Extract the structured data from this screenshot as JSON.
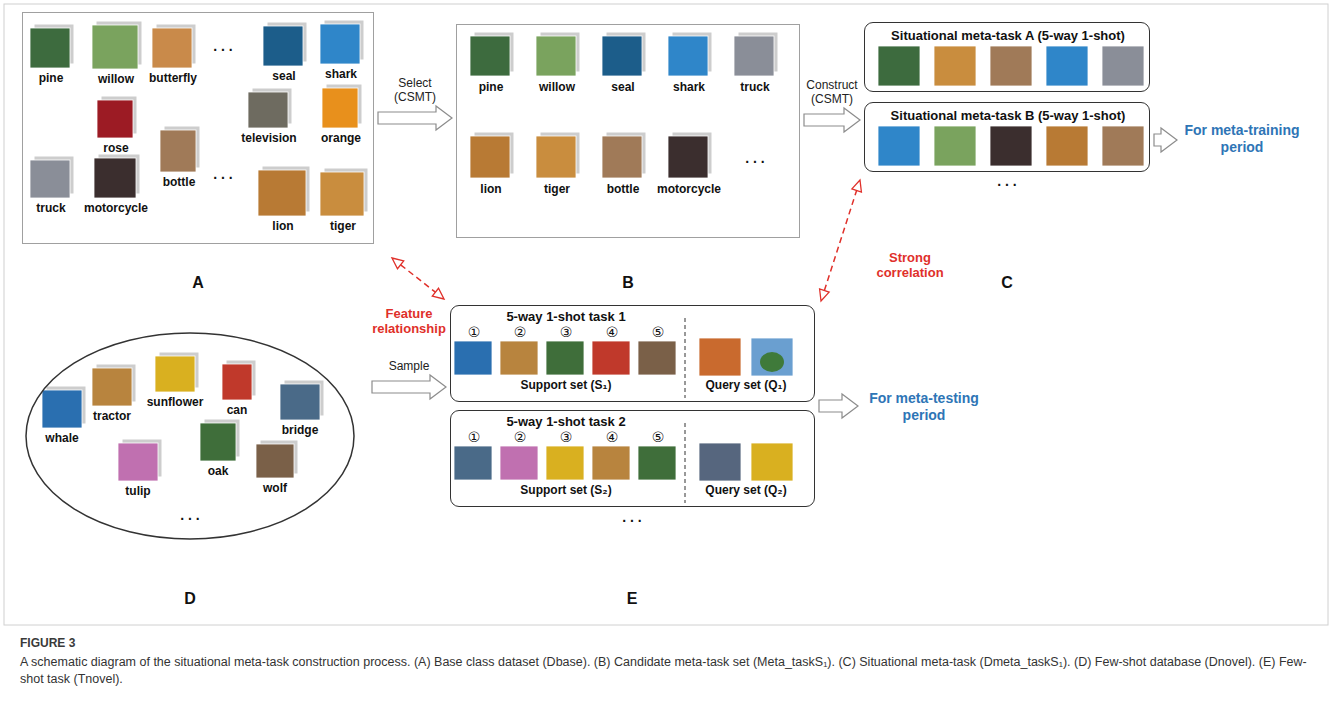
{
  "diagram": {
    "title": "FIGURE 3",
    "caption": "A schematic diagram of the situational meta-task construction process. (A) Base class dataset (Dbase). (B) Candidate meta-task set (Meta_taskS₁). (C) Situational meta-task (Dmeta_taskS₁). (D) Few-shot database (Dnovel). (E) Few-shot task (Tnovel).",
    "nodes": [
      {
        "text": [
          "pine",
          "willow",
          "butterfly",
          ". . .",
          "seal",
          "shark",
          "rose",
          "television",
          "orange",
          "truck",
          "motorcycle",
          "bottle",
          ". . .",
          "lion",
          "tiger"
        ]
      },
      {
        "text": [
          "pine",
          "willow",
          "seal",
          "shark",
          "truck",
          "lion",
          "tiger",
          "bottle",
          "motorcycle",
          ". . ."
        ]
      },
      {
        "text": [
          "Situational meta-task A (5-way 1-shot)"
        ]
      },
      {
        "text": [
          "Situational meta-task B (5-way 1-shot)"
        ]
      },
      {
        "text": [
          "whale",
          "tractor",
          "sunflower",
          "can",
          "bridge",
          "tulip",
          "oak",
          "wolf",
          ". . ."
        ]
      },
      {
        "text": [
          "5-way 1-shot task 1",
          "①",
          "②",
          "③",
          "④",
          "⑤",
          "Support set (S₁)",
          "Query set (Q₁)"
        ]
      },
      {
        "text": [
          "5-way 1-shot task 2",
          "①",
          "②",
          "③",
          "④",
          "⑤",
          "Support set (S₂)",
          "Query set (Q₂)"
        ]
      }
    ],
    "edges": [
      {
        "from": 0,
        "to": 1,
        "arrow": "to",
        "label": "Select (CSMT)"
      },
      {
        "from": 1,
        "to": 3,
        "arrow": "to",
        "label": "Construct (CSMT)"
      },
      {
        "from": 4,
        "to": 5,
        "arrow": "to",
        "label": "Sample"
      },
      {
        "from": 0,
        "to": 5,
        "arrow": "both",
        "label": "Feature relationship"
      },
      {
        "from": 5,
        "to": 3,
        "arrow": "both",
        "label": "Strong correlation"
      }
    ],
    "labels": [
      "A",
      "B",
      "C",
      ". . .",
      "For meta-training period",
      ". . .",
      "For meta-testing period",
      "D",
      "E"
    ]
  }
}
